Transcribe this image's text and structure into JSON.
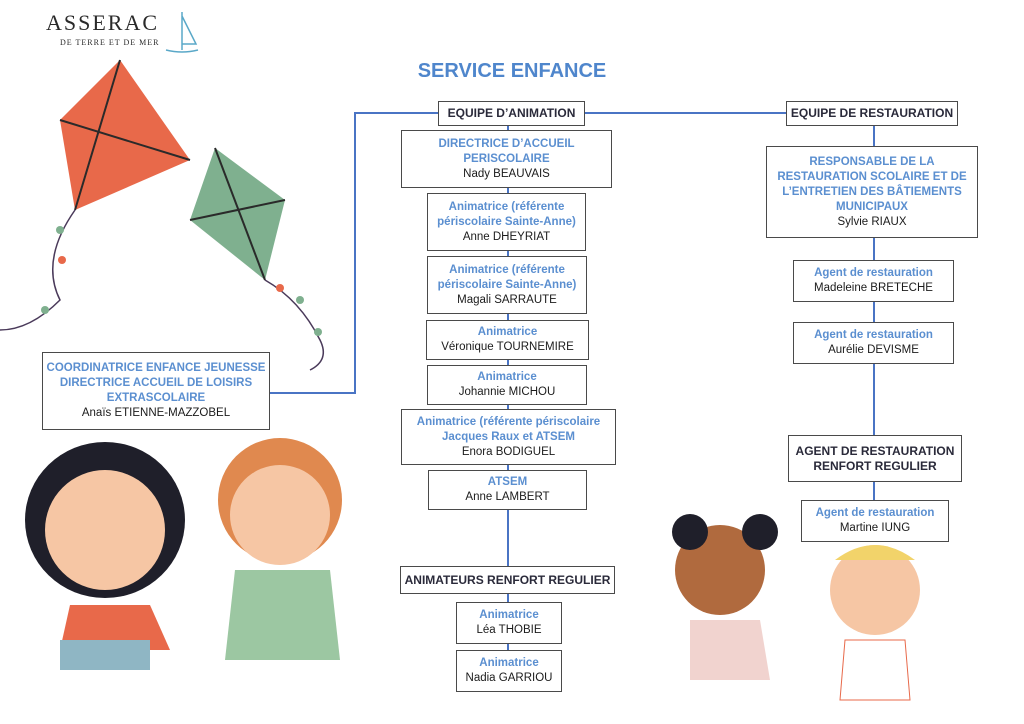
{
  "logo": {
    "main": "ASSERAC",
    "tagline": "DE TERRE ET DE MER"
  },
  "title": "SERVICE ENFANCE",
  "coordination": {
    "role_line1": "COORDINATRICE ENFANCE JEUNESSE",
    "role_line2": "DIRECTRICE ACCUEIL DE LOISIRS",
    "role_line3": "EXTRASCOLAIRE",
    "name": "Anaïs ETIENNE-MAZZOBEL"
  },
  "animation": {
    "header": "EQUIPE D’ANIMATION",
    "members": [
      {
        "role1": "DIRECTRICE D’ACCUEIL",
        "role2": "PERISCOLAIRE",
        "name": "Nady BEAUVAIS"
      },
      {
        "role1": "Animatrice (référente",
        "role2": "périscolaire Sainte-Anne)",
        "name": "Anne DHEYRIAT"
      },
      {
        "role1": "Animatrice (référente",
        "role2": "périscolaire Sainte-Anne)",
        "name": "Magali SARRAUTE"
      },
      {
        "role1": "Animatrice",
        "role2": "",
        "name": "Véronique TOURNEMIRE"
      },
      {
        "role1": "Animatrice",
        "role2": "",
        "name": "Johannie MICHOU"
      },
      {
        "role1": "Animatrice (référente périscolaire",
        "role2": "Jacques Raux et ATSEM",
        "name": "Enora BODIGUEL"
      },
      {
        "role1": "ATSEM",
        "role2": "",
        "name": "Anne LAMBERT"
      }
    ],
    "renfort_header": "ANIMATEURS RENFORT REGULIER",
    "renfort": [
      {
        "role1": "Animatrice",
        "name": "Léa THOBIE"
      },
      {
        "role1": "Animatrice",
        "name": "Nadia GARRIOU"
      }
    ]
  },
  "restauration": {
    "header": "EQUIPE DE RESTAURATION",
    "responsable": {
      "role1": "RESPONSABLE DE LA",
      "role2": "RESTAURATION SCOLAIRE ET DE",
      "role3": "L’ENTRETIEN DES BÂTIEMENTS",
      "role4": "MUNICIPAUX",
      "name": "Sylvie RIAUX"
    },
    "agents": [
      {
        "role1": "Agent de restauration",
        "name": "Madeleine BRETECHE"
      },
      {
        "role1": "Agent de restauration",
        "name": "Aurélie DEVISME"
      }
    ],
    "renfort_header1": "AGENT DE RESTAURATION",
    "renfort_header2": "RENFORT REGULIER",
    "renfort": {
      "role1": "Agent de restauration",
      "name": "Martine IUNG"
    }
  },
  "colors": {
    "role": "#5b8fd0",
    "line": "#4a74c4",
    "title": "#4f86cc",
    "kite_red": "#e8694a",
    "kite_green": "#7fb08f"
  }
}
